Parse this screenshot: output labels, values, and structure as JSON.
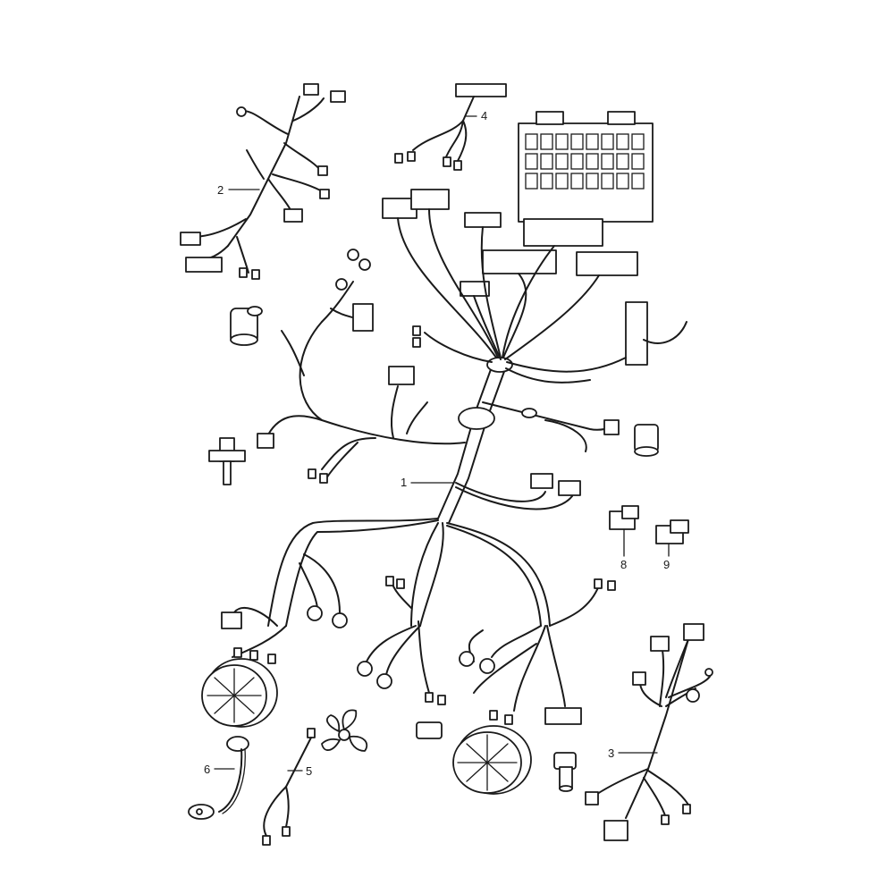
{
  "callouts": {
    "c1": "1",
    "c2": "2",
    "c3": "3",
    "c4": "4",
    "c5": "5",
    "c6": "6",
    "c8": "8",
    "c9": "9"
  }
}
